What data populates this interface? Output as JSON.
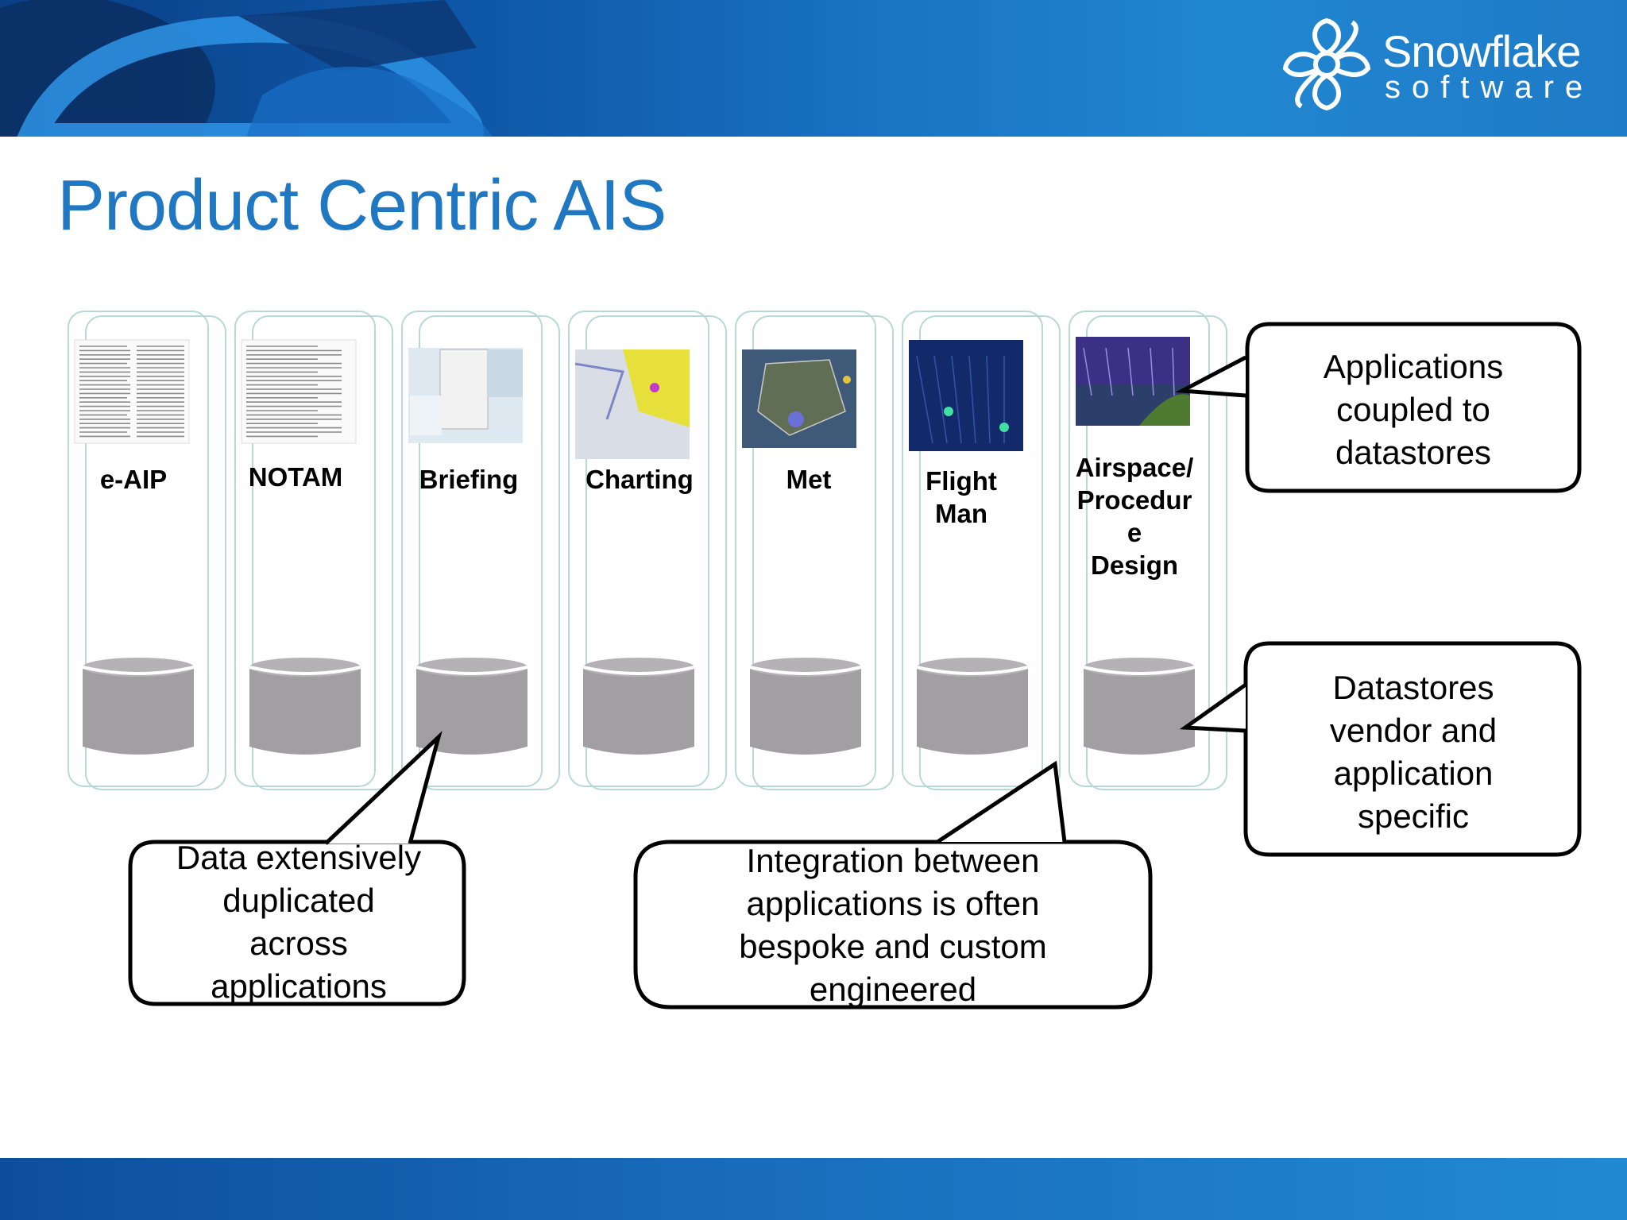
{
  "header": {
    "logo_name": "Snowflake",
    "logo_sub": "software"
  },
  "title": "Product Centric AIS",
  "lanes": [
    {
      "id": "eaip",
      "lines": [
        "e-AIP"
      ],
      "thumb": "document"
    },
    {
      "id": "notam",
      "lines": [
        "NOTAM"
      ],
      "thumb": "text"
    },
    {
      "id": "briefing",
      "lines": [
        "Briefing"
      ],
      "thumb": "screenshot"
    },
    {
      "id": "charting",
      "lines": [
        "Charting"
      ],
      "thumb": "map-yellow"
    },
    {
      "id": "met",
      "lines": [
        "Met"
      ],
      "thumb": "map-weather"
    },
    {
      "id": "flight-man",
      "lines": [
        "Flight",
        "Man"
      ],
      "thumb": "map-dark"
    },
    {
      "id": "airspace",
      "lines": [
        "Airspace/",
        "Procedur",
        "e",
        "Design"
      ],
      "thumb": "3d-airspace"
    }
  ],
  "callouts": [
    {
      "id": "coupled",
      "lines": [
        "Applications",
        "coupled to",
        "datastores"
      ]
    },
    {
      "id": "vendor",
      "lines": [
        "Datastores",
        "vendor and",
        "application",
        "specific"
      ]
    },
    {
      "id": "duplicated",
      "lines": [
        "Data extensively",
        "duplicated",
        "across",
        "applications"
      ]
    },
    {
      "id": "integration",
      "lines": [
        "Integration between",
        "applications is often",
        "bespoke and custom",
        "engineered"
      ]
    }
  ],
  "colors": {
    "title": "#1f78c1",
    "banner": "#1565b5",
    "datastore": "#a19fa1",
    "lane_outline": "#b9d9d6"
  }
}
